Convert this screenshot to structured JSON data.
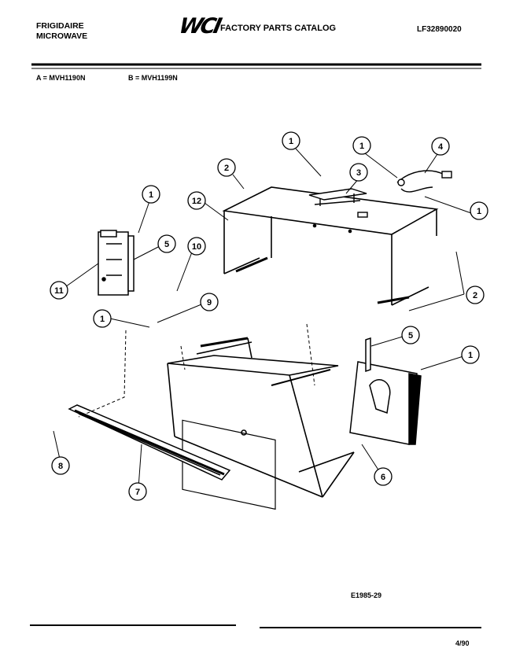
{
  "header": {
    "brand_line1": "FRIGIDAIRE",
    "brand_line2": "MICROWAVE",
    "logo": "WCI",
    "catalog_title": "FACTORY PARTS CATALOG",
    "catalog_number": "LF32890020"
  },
  "models": {
    "a": "A = MVH1190N",
    "b": "B = MVH1199N"
  },
  "footer": {
    "drawing_id": "E1985-29",
    "date": "4/90"
  },
  "callouts": [
    {
      "id": "c1a",
      "label": "1"
    },
    {
      "id": "c1b",
      "label": "1"
    },
    {
      "id": "c4",
      "label": "4"
    },
    {
      "id": "c2a",
      "label": "2"
    },
    {
      "id": "c3",
      "label": "3"
    },
    {
      "id": "c1c",
      "label": "1"
    },
    {
      "id": "c1d",
      "label": "1"
    },
    {
      "id": "c12",
      "label": "12"
    },
    {
      "id": "c5a",
      "label": "5"
    },
    {
      "id": "c10",
      "label": "10"
    },
    {
      "id": "c11",
      "label": "11"
    },
    {
      "id": "c9",
      "label": "9"
    },
    {
      "id": "c1e",
      "label": "1"
    },
    {
      "id": "c2b",
      "label": "2"
    },
    {
      "id": "c5b",
      "label": "5"
    },
    {
      "id": "c1f",
      "label": "1"
    },
    {
      "id": "c8",
      "label": "8"
    },
    {
      "id": "c7",
      "label": "7"
    },
    {
      "id": "c6",
      "label": "6"
    }
  ]
}
